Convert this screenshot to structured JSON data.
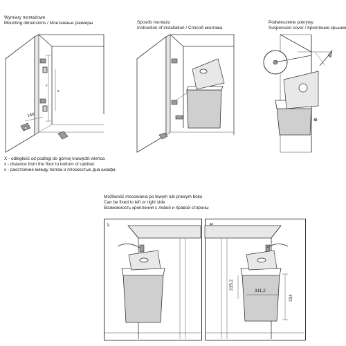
{
  "panel1": {
    "title_pl": "Wymiary montażowe",
    "title_en": "Mounting dimensions / Монтажные размеры",
    "dim_160": "160",
    "dim_x1": "x",
    "dim_x2": "x"
  },
  "panel2": {
    "title_pl": "Sposób montażu",
    "title_en": "Instruction of installation / Способ монтажа"
  },
  "panel3": {
    "title_pl": "Podwieszenie pokrywy",
    "title_en": "Suspension cover / Крепление крышки"
  },
  "legend": {
    "line1": "X - odległość od podłogi do górnej krawędzi wieńca",
    "line2": "x - distance from the  floor to bottom of cabinet",
    "line3": "x - расстояние между полом и плоскостью дна шкафа"
  },
  "panel4": {
    "title_pl": "Możliwość mocowania po lewym lub prawym boku",
    "title_en": "Can be fixed to left or right side",
    "title_ru": "Возможность крепления с левой и правой стороны",
    "left_tag": "L",
    "right_tag": "P",
    "dim_depth": "235,2",
    "dim_width": "311,2",
    "dim_height": "334"
  }
}
